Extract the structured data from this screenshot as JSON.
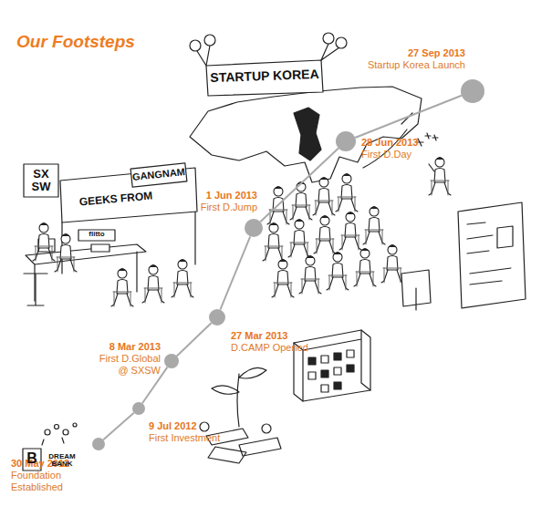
{
  "diagram": {
    "title": "Our Footsteps",
    "nodes": [
      {
        "text": [
          "30 May 2012",
          "Foundation Established"
        ]
      },
      {
        "text": [
          "9 Jul 2012",
          "First Investment"
        ]
      },
      {
        "text": [
          "8 Mar 2013",
          "First D.Global @ SXSW"
        ]
      },
      {
        "text": [
          "27 Mar 2013",
          "D.CAMP Opened"
        ]
      },
      {
        "text": [
          "1 Jun 2013",
          "First D.Jump"
        ]
      },
      {
        "text": [
          "28 Jun 2013",
          "First D.Day"
        ]
      },
      {
        "text": [
          "27 Sep 2013",
          "Startup Korea Launch"
        ]
      }
    ],
    "edges": [
      {
        "from": 0,
        "to": 1,
        "arrow": "none"
      },
      {
        "from": 1,
        "to": 2,
        "arrow": "none"
      },
      {
        "from": 2,
        "to": 3,
        "arrow": "none"
      },
      {
        "from": 3,
        "to": 4,
        "arrow": "none"
      },
      {
        "from": 4,
        "to": 5,
        "arrow": "none"
      },
      {
        "from": 5,
        "to": 6,
        "arrow": "none"
      }
    ],
    "labels": [
      "STARTUP KOREA",
      "SX SW",
      "GEEKS FROM",
      "GANGNAM",
      "flitto",
      "DREAM BANK",
      "B"
    ]
  }
}
